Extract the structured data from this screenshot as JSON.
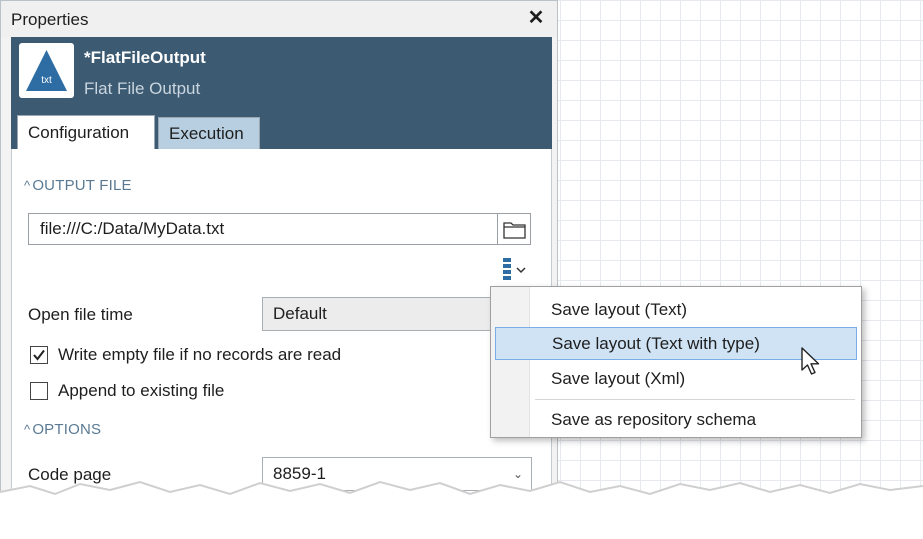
{
  "panel": {
    "title": "Properties",
    "close_glyph": "✕"
  },
  "component": {
    "icon_label": "txt",
    "name": "*FlatFileOutput",
    "type": "Flat File Output"
  },
  "tabs": [
    {
      "label": "Configuration",
      "active": true
    },
    {
      "label": "Execution",
      "active": false
    }
  ],
  "sections": {
    "output_file": "OUTPUT FILE",
    "options": "OPTIONS"
  },
  "file": {
    "value": "file:///C:/Data/MyData.txt"
  },
  "fields": {
    "open_file_time_label": "Open file time",
    "open_file_time_value": "Default",
    "write_empty_label": "Write empty file if no records are read",
    "write_empty_checked": true,
    "append_label": "Append to existing file",
    "append_checked": false,
    "code_page_label": "Code page",
    "code_page_value": "8859-1"
  },
  "menu": {
    "items": [
      {
        "label": "Save layout (Text)",
        "highlighted": false
      },
      {
        "label": "Save layout (Text with type)",
        "highlighted": true
      },
      {
        "label": "Save layout (Xml)",
        "highlighted": false
      },
      {
        "label": "Save as repository schema",
        "highlighted": false
      }
    ]
  },
  "colors": {
    "header_bg": "#3c5a72",
    "tab_inactive_bg": "#b7cfe0",
    "section_text": "#5a7a94",
    "menu_highlight": "#cfe3f4",
    "menu_highlight_border": "#78aee5"
  }
}
